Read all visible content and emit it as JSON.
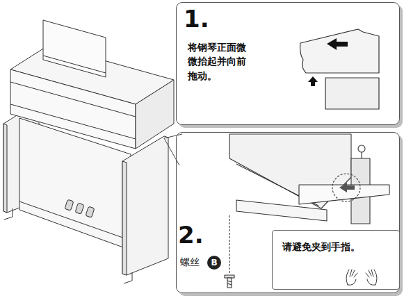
{
  "diagram": {
    "nodes": [
      {
        "text": [
          "1.",
          "将钢琴正面微微抬起并向前拖动。"
        ]
      },
      {
        "text": [
          "2.",
          "螺丝"
        ]
      },
      {
        "text": [
          "B"
        ],
        "in": 1
      },
      {
        "text": [
          "请避免夹到手指。"
        ],
        "in": 1
      }
    ]
  }
}
